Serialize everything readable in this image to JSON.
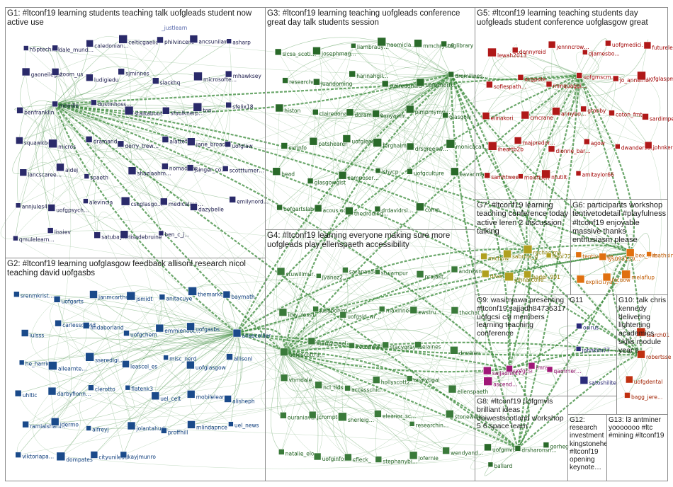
{
  "graph": {
    "edge_color": "#3a8a3a",
    "groups": [
      {
        "id": "G1",
        "title": "G1: #ltconf19 learning students teaching talk uofgleads student now active use",
        "node_color": "#2a2a6a",
        "label_color": "#1a1a4a",
        "vertices": [
          "h5ptechnol",
          "dale_mund…",
          "caledonian…",
          "celticgaelic",
          "philvincent",
          "ancsunilaw",
          "asharp",
          "gaoneilegal",
          "zoom_us",
          "ludigiedu",
          "sjminnes",
          "slackhq",
          "microsofte…",
          "mhawksey",
          "benfranklin",
          "moodle",
          "dustinhoss…",
          "stalkabout",
          "sfaulknerp…",
          "ton…",
          "sfelix18",
          "squawkbox",
          "micros",
          "dramand…",
          "derry_trew…",
          "alattoffon",
          "jane_broad",
          "uofglaw",
          "lancscaree…",
          "aidej",
          "spaeth",
          "shaziaahm…",
          "nomadwar…",
          "jsinger_co…",
          "scottturner…",
          "annjules40",
          "uofgpsych…",
          "alevincia",
          "cseglasgo…",
          "medicalma…",
          "dazybelle",
          "emilynord…",
          "qmulelearn…",
          "lissiev",
          "satubaylan",
          "lisadebruine",
          "ben_c_j…"
        ]
      },
      {
        "id": "G2",
        "title": "G2: #ltconf19 learning uofglasgow feedback allisonl research nicol teaching david uofgasbs",
        "node_color": "#1a4a8a",
        "label_color": "#0a3a7a",
        "vertices": [
          "srenmkrist…",
          "uofgarts",
          "janmcarthur",
          "jsmidt",
          "anitacuye",
          "themarkcw…",
          "baymath",
          "iulsss",
          "carlessdavid",
          "lindaborland",
          "uofgchem",
          "emmienoot…",
          "uofgasbs",
          "ankecollier",
          "he_harriet",
          "allearnte…",
          "sseredigi…",
          "leascel_es",
          "misc_nerd",
          "uofglasgow",
          "allisonl",
          "uhltic",
          "darbyfionn…",
          "clerotto",
          "flatenk3",
          "uel_celt",
          "mobilelear…",
          "alisheph",
          "ramialshari…",
          "jdermo",
          "alfreyj",
          "jolantahud…",
          "proffhill",
          "mlindapnce",
          "uel_news",
          "viktoriapa…",
          "dompates",
          "cityunilead",
          "kayjmunro"
        ]
      },
      {
        "id": "G3",
        "title": "G3: #ltconf19 learning teaching uofgleads conference great day talk students session",
        "node_color": "#2a6a2a",
        "label_color": "#1a5a1a",
        "vertices": [
          "sicsa_scoti…",
          "josephmag…",
          "liambrady…",
          "naomicla…",
          "mmchrystal",
          "ofglibrary",
          "researchdr…",
          "juandoming",
          "hannahgil…",
          "clairedonald",
          "uofgshortc…",
          "dremilines…",
          "histon",
          "clairedona…",
          "doramoldo…",
          "sonyaeifr…",
          "pimpmyme…",
          "glasgow",
          "cvrinfo",
          "patshearer",
          "uofgleadsl…",
          "ferghalmu…",
          "drsgreenw…",
          "monicacall…",
          "head",
          "glasgowgist",
          "composer…",
          "ishycp",
          "uofgculture",
          "eavanmac",
          "uofgartslab",
          "acous uofg",
          "thedroding…",
          "drdavidrsi…",
          "comp"
        ]
      },
      {
        "id": "G4",
        "title": "G4: #ltconf19 learning everyone making sure more uofgleads play ellenspaeth accessibility",
        "node_color": "#3a7a3a",
        "label_color": "#1f5f1f",
        "vertices": [
          "stuwillmur…",
          "jyanez2…",
          "sarapau54…",
          "stujampur",
          "prajakt…",
          "andrewn",
          "icky_ross1",
          "juliabohlm…",
          "uofgsld_wr…",
          "maxinneco…",
          "ewstru…",
          "thechat",
          "uofgscottra…",
          "margymacl…",
          "kvcoffeefan",
          "stacygray45",
          "elaines",
          "dmshen",
          "vhmdale",
          "ncl_tlds",
          "accesschic…",
          "hollyscott2…",
          "analytigal",
          "ellenspaeth",
          "ouraniavar…",
          "jcrompton",
          "sherleig…",
          "eleanor_sc…",
          "researchin…",
          "stonewalls…",
          "natalie_elo…",
          "uofginfostu…",
          "cfleck_",
          "stephanybi…",
          "jofernie",
          "wendyand…"
        ]
      },
      {
        "id": "G5",
        "title": "G5: #ltconf19 learning teaching students day uofgleads student conference uofglasgow great",
        "node_color": "#b01818",
        "label_color": "#a00000",
        "vertices": [
          "lewah2013",
          "donnyreid",
          "jennncrow…",
          "djamesbo…",
          "uofgmedici…",
          "futurelearn",
          "sofiespath…",
          "acgpate",
          "mmquaggi…",
          "uofgmscm…",
          "jo_annemu…",
          "uofglaspmn…",
          "elinakori",
          "cmcrane",
          "annybo…",
          "grobby",
          "coton_fmt",
          "sardimperi…",
          "iheartb2b",
          "majpredor…",
          "dionne_bar…",
          "agow",
          "dwandersо…",
          "johnkerr001",
          "samhtweets",
          "moisfisch",
          "ntutilt",
          "amitaylor66"
        ]
      },
      {
        "id": "G6",
        "title": "G6: participants workshop tentivetodetail #playfulness #ltconf19 enjoyable massive thanks enthusiasm please",
        "node_color": "#e07010",
        "label_color": "#c05a00",
        "vertices": [
          "tentivetode…",
          "lys093159…",
          "bex_wils",
          "mathsinside",
          "explicitlya…",
          "nicdow",
          "melaflup"
        ]
      },
      {
        "id": "G7",
        "title": "G7: #ltconf19 learning teaching conference today active leren 2 discussion talking",
        "node_color": "#b0a020",
        "label_color": "#8a7a00",
        "vertices": [
          "michdw",
          "sabrina_g",
          "rachaelma…",
          "fejor72",
          "diver_te",
          "johnatcolle",
          "bader_991"
        ]
      },
      {
        "id": "G8",
        "title": "G8: #ltconf19 uofgmvls brilliant ideas uniwestscotland workshop 5 6 space learn",
        "node_color": "#2a6a2a",
        "label_color": "#1a5a1a",
        "vertices": [
          "uofgmvls",
          "drsharonsn…",
          "gorheg",
          "ballard"
        ]
      },
      {
        "id": "G9",
        "title": "G9: wasimjawa presenting #ltconf19 sajjadh84735317 uofgcsi csi members learning teaching conference",
        "node_color": "#a01878",
        "label_color": "#8a0a64",
        "vertices": [
          "sajjadh847…",
          "uofgcsi",
          "imran",
          "qammer…",
          "ascend…"
        ]
      },
      {
        "id": "G10",
        "title": "G10: talk chris kennedy delivering lightening academics skills module year s",
        "node_color": "#c03010",
        "label_color": "#a02000",
        "vertices": [
          "tsarch01",
          "robertsse",
          "uofgdental",
          "bagg_jere…"
        ]
      },
      {
        "id": "G11",
        "title": "G11",
        "node_color": "#2a2a7a",
        "label_color": "#1a1a6a",
        "vertices": [
          "osirus",
          "johnkim77",
          "satoshilite"
        ]
      },
      {
        "id": "G12",
        "title": "G12: research investment kingstonehelen #ltconf19 opening keynote…",
        "node_color": "#3a3a3a",
        "label_color": "#2a2a2a",
        "vertices": []
      },
      {
        "id": "G13",
        "title": "G13: l3 antminer yooooooo #ltc #mining #ltconf19",
        "node_color": "#3a3a3a",
        "label_color": "#2a2a2a",
        "vertices": []
      }
    ],
    "special_labels": [
      "_justlearn"
    ]
  }
}
